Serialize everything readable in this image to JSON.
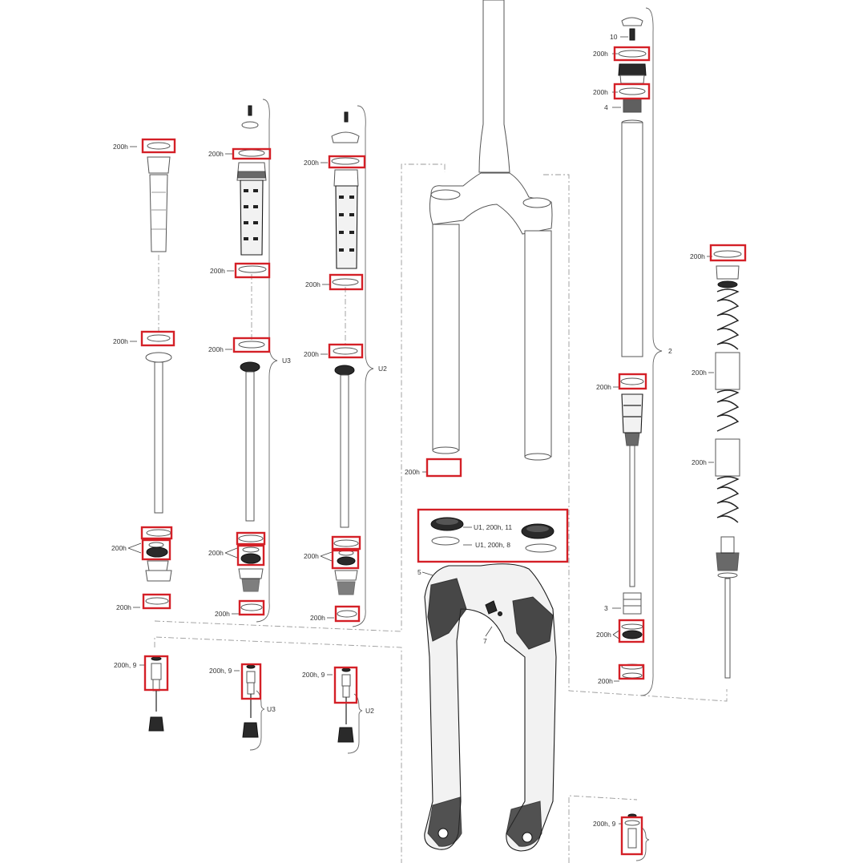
{
  "colors": {
    "highlight": "#d42027",
    "line": "#1a1a1a",
    "guide": "#9a9a9a"
  },
  "labels": {
    "seal": "200h",
    "seal_9": "200h, 9",
    "u3": "U3",
    "u2": "U2",
    "n2": "2",
    "n3": "3",
    "n4": "4",
    "n5": "5",
    "n7": "7",
    "n10": "10",
    "kit_a": "U1, 200h, 11",
    "kit_b": "U1, 200h, 8"
  }
}
